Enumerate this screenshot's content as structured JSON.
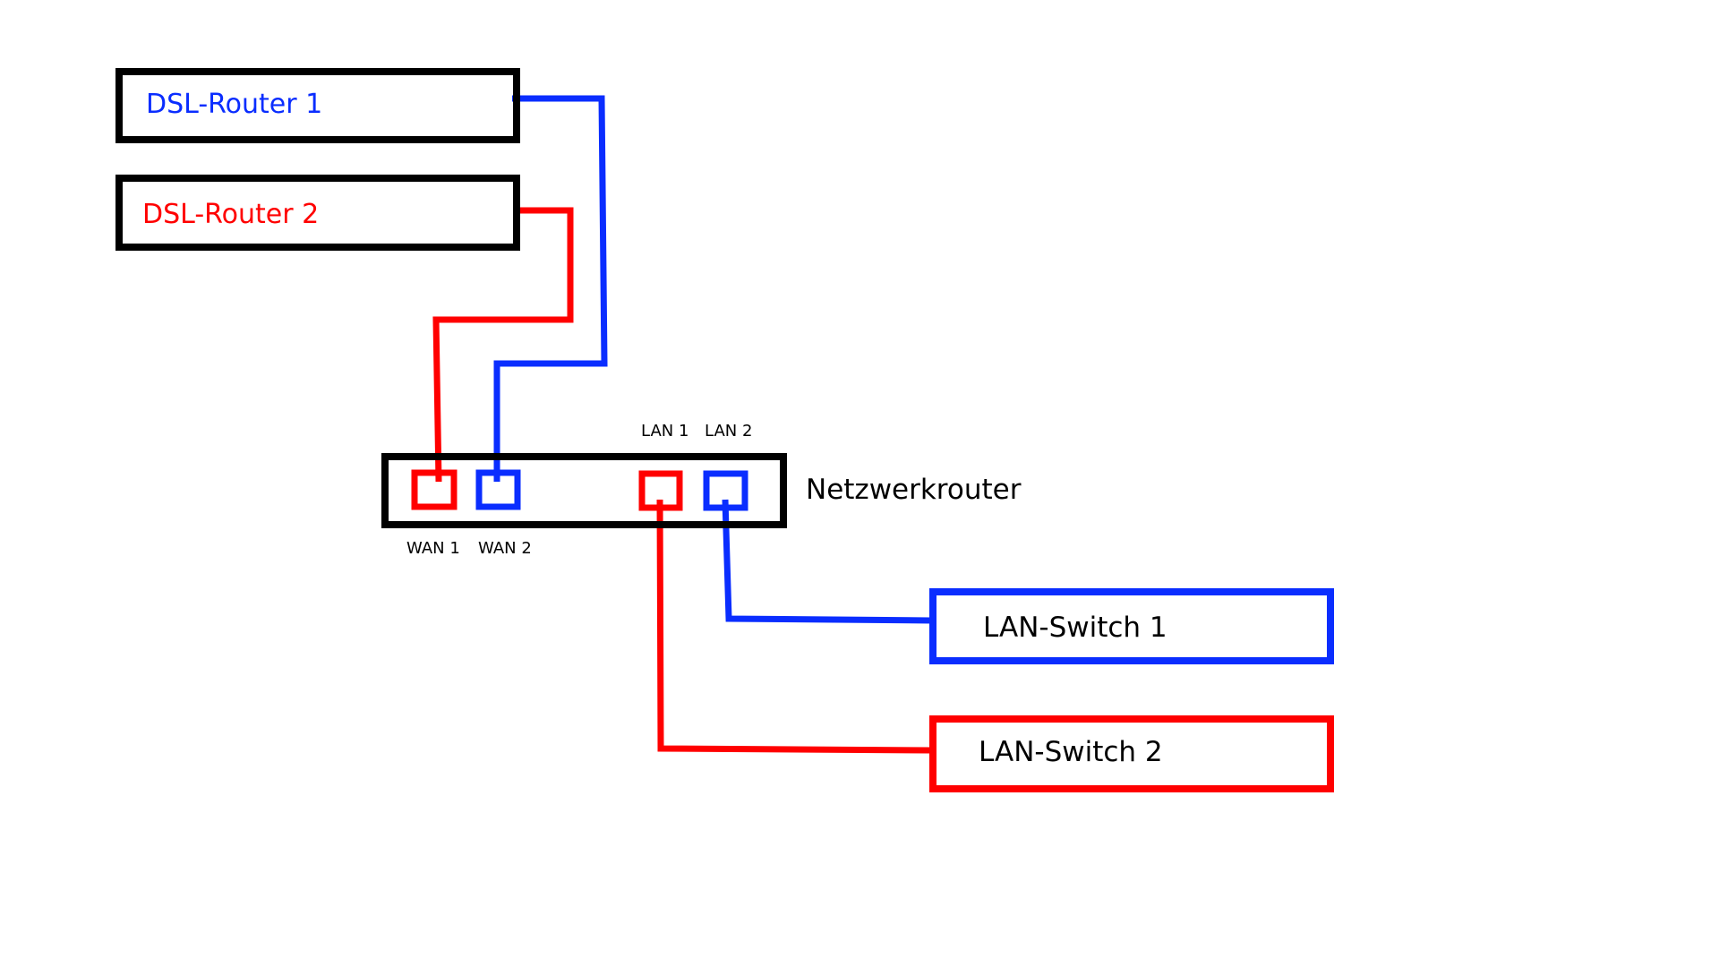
{
  "colors": {
    "router_outline": "#000000",
    "link_blue": "#0a2dff",
    "link_red": "#ff0000",
    "background": "#ffffff"
  },
  "devices": {
    "dsl_router_1": {
      "label": "DSL-Router 1"
    },
    "dsl_router_2": {
      "label": "DSL-Router 2"
    },
    "network_router": {
      "label": "Netzwerkrouter"
    },
    "lan_switch_1": {
      "label": "LAN-Switch 1"
    },
    "lan_switch_2": {
      "label": "LAN-Switch 2"
    }
  },
  "ports": {
    "wan1": "WAN 1",
    "wan2": "WAN 2",
    "lan1": "LAN 1",
    "lan2": "LAN 2"
  }
}
